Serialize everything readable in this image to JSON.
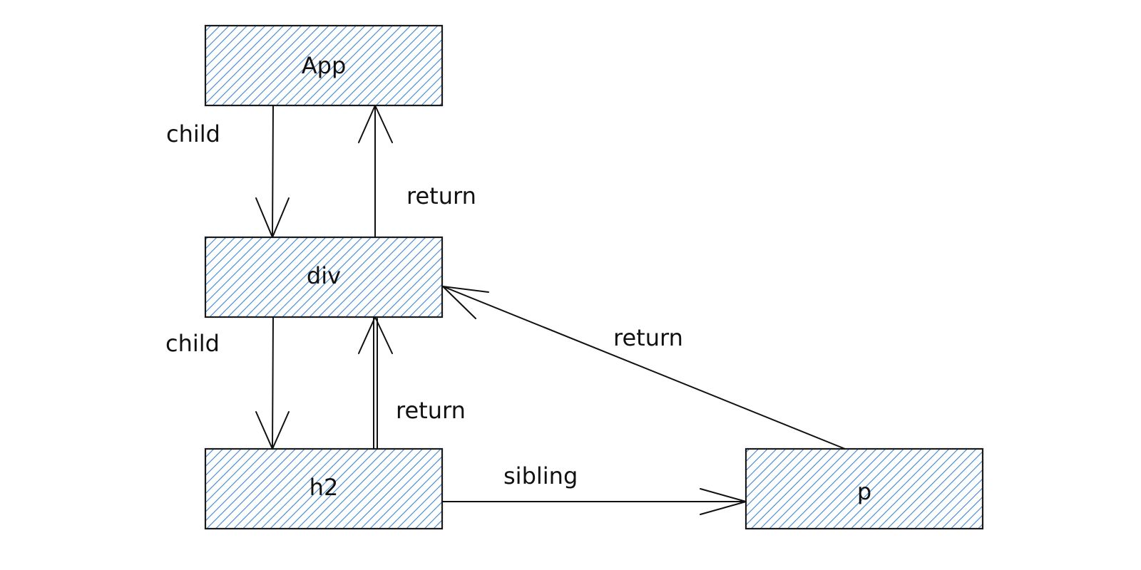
{
  "colors": {
    "node_fill": "#a8c8ea",
    "node_hatch": "#3d86cf",
    "stroke": "#111111",
    "background": "#ffffff"
  },
  "nodes": {
    "app": "App",
    "div": "div",
    "h2": "h2",
    "p": "p"
  },
  "edges": {
    "app_div_child": "child",
    "div_app_return": "return",
    "div_h2_child": "child",
    "h2_div_return": "return",
    "p_div_return": "return",
    "h2_p_sibling": "sibling"
  }
}
